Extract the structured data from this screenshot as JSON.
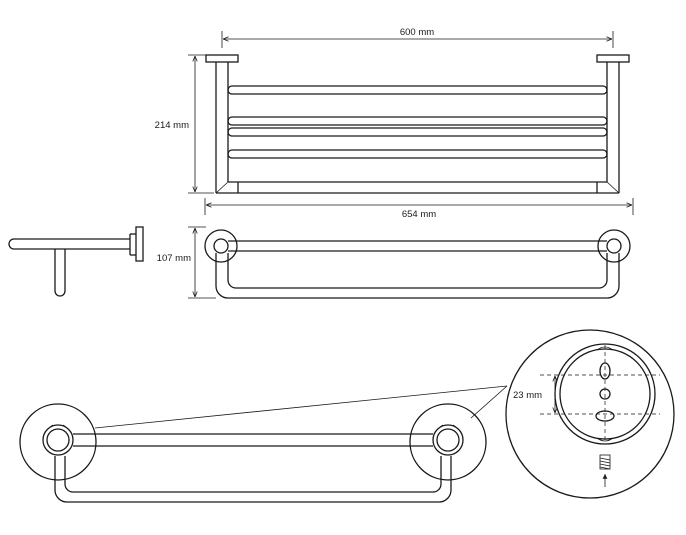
{
  "dimensions": {
    "top_width": "600 mm",
    "height": "214 mm",
    "overall_width": "654 mm",
    "depth": "107 mm",
    "hole_spacing": "23 mm"
  }
}
